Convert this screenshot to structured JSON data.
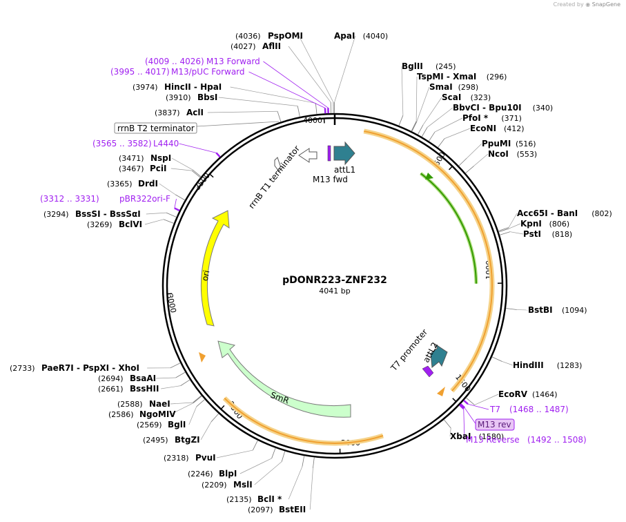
{
  "credit": {
    "text": "Created by",
    "brand": "SnapGene"
  },
  "plasmid": {
    "name": "pDONR223-ZNF232",
    "length": 4041,
    "length_label": "4041 bp"
  },
  "colors": {
    "primer": "#a020f0",
    "orange": "#f0a030",
    "green": "#339900",
    "lightgreen": "#ccffcc",
    "yellow": "#ffff00",
    "teal": "#2f8090"
  },
  "ticks": [
    {
      "bp": 500,
      "label": "500"
    },
    {
      "bp": 1000,
      "label": "1000"
    },
    {
      "bp": 1500,
      "label": "1500"
    },
    {
      "bp": 2000,
      "label": "2000"
    },
    {
      "bp": 2500,
      "label": "2500"
    },
    {
      "bp": 3000,
      "label": "3000"
    },
    {
      "bp": 3500,
      "label": "3500"
    },
    {
      "bp": 4000,
      "label": "4000"
    }
  ],
  "sites": [
    {
      "bp": 4036,
      "name": "PspOMI",
      "pos": "(4036)"
    },
    {
      "bp": 4027,
      "name": "AflII",
      "pos": "(4027)"
    },
    {
      "bp": 4040,
      "name": "ApaI",
      "pos": "(4040)"
    },
    {
      "bp": 245,
      "name": "BglII",
      "pos": "(245)"
    },
    {
      "bp": 296,
      "name": "TspMI - XmaI",
      "pos": "(296)"
    },
    {
      "bp": 298,
      "name": "SmaI",
      "pos": "(298)"
    },
    {
      "bp": 323,
      "name": "ScaI",
      "pos": "(323)"
    },
    {
      "bp": 340,
      "name": "BbvCI - Bpu10I",
      "pos": "(340)"
    },
    {
      "bp": 371,
      "name": "PfoI *",
      "pos": "(371)"
    },
    {
      "bp": 412,
      "name": "EcoNI",
      "pos": "(412)"
    },
    {
      "bp": 516,
      "name": "PpuMI",
      "pos": "(516)"
    },
    {
      "bp": 553,
      "name": "NcoI",
      "pos": "(553)"
    },
    {
      "bp": 802,
      "name": "Acc65I - BanI",
      "pos": "(802)"
    },
    {
      "bp": 806,
      "name": "KpnI",
      "pos": "(806)"
    },
    {
      "bp": 818,
      "name": "PstI",
      "pos": "(818)"
    },
    {
      "bp": 1094,
      "name": "BstBI",
      "pos": "(1094)"
    },
    {
      "bp": 1283,
      "name": "HindIII",
      "pos": "(1283)"
    },
    {
      "bp": 1464,
      "name": "EcoRV",
      "pos": "(1464)"
    },
    {
      "bp": 1580,
      "name": "XbaI",
      "pos": "(1580)"
    },
    {
      "bp": 2097,
      "name": "BstEII",
      "pos": "(2097)"
    },
    {
      "bp": 2135,
      "name": "BclI *",
      "pos": "(2135)"
    },
    {
      "bp": 2209,
      "name": "MslI",
      "pos": "(2209)"
    },
    {
      "bp": 2246,
      "name": "BlpI",
      "pos": "(2246)"
    },
    {
      "bp": 2318,
      "name": "PvuI",
      "pos": "(2318)"
    },
    {
      "bp": 2495,
      "name": "BtgZI",
      "pos": "(2495)"
    },
    {
      "bp": 2569,
      "name": "BglI",
      "pos": "(2569)"
    },
    {
      "bp": 2586,
      "name": "NgoMIV",
      "pos": "(2586)"
    },
    {
      "bp": 2588,
      "name": "NaeI",
      "pos": "(2588)"
    },
    {
      "bp": 2661,
      "name": "BssHII",
      "pos": "(2661)"
    },
    {
      "bp": 2694,
      "name": "BsaAI",
      "pos": "(2694)"
    },
    {
      "bp": 2733,
      "name": "PaeR7I - PspXI - XhoI",
      "pos": "(2733)"
    },
    {
      "bp": 3269,
      "name": "BclVI",
      "pos": "(3269)"
    },
    {
      "bp": 3294,
      "name": "BssSI - BssSαI",
      "pos": "(3294)"
    },
    {
      "bp": 3365,
      "name": "DrdI",
      "pos": "(3365)"
    },
    {
      "bp": 3467,
      "name": "PciI",
      "pos": "(3467)"
    },
    {
      "bp": 3471,
      "name": "NspI",
      "pos": "(3471)"
    },
    {
      "bp": 3837,
      "name": "AclI",
      "pos": "(3837)"
    },
    {
      "bp": 3910,
      "name": "BbsI",
      "pos": "(3910)"
    },
    {
      "bp": 3974,
      "name": "HincII - HpaI",
      "pos": "(3974)"
    }
  ],
  "primers": [
    {
      "bp": 4017,
      "name": "M13 Forward",
      "pos": "(4009 .. 4026)"
    },
    {
      "bp": 4006,
      "name": "M13/pUC Forward",
      "pos": "(3995 .. 4017)"
    },
    {
      "bp": 3573,
      "name": "L4440",
      "pos": "(3565 .. 3582)"
    },
    {
      "bp": 3321,
      "name": "pBR322ori-F",
      "pos": "(3312 .. 3331)"
    },
    {
      "bp": 1477,
      "name": "T7",
      "pos": "(1468 .. 1487)"
    },
    {
      "bp": 1495,
      "name": "M13 rev",
      "pos": ""
    },
    {
      "bp": 1500,
      "name": "M13 Reverse",
      "pos": "(1492 .. 1508)"
    }
  ],
  "features": {
    "rrnB_T2": "rrnB T2 terminator",
    "rrnB_T1": "rrnB T1 terminator",
    "M13_fwd": "M13 fwd",
    "attL1": "attL1",
    "attL2": "attL2",
    "T7_promoter": "T7 promoter",
    "ori": "ori",
    "SmR": "SmR"
  }
}
